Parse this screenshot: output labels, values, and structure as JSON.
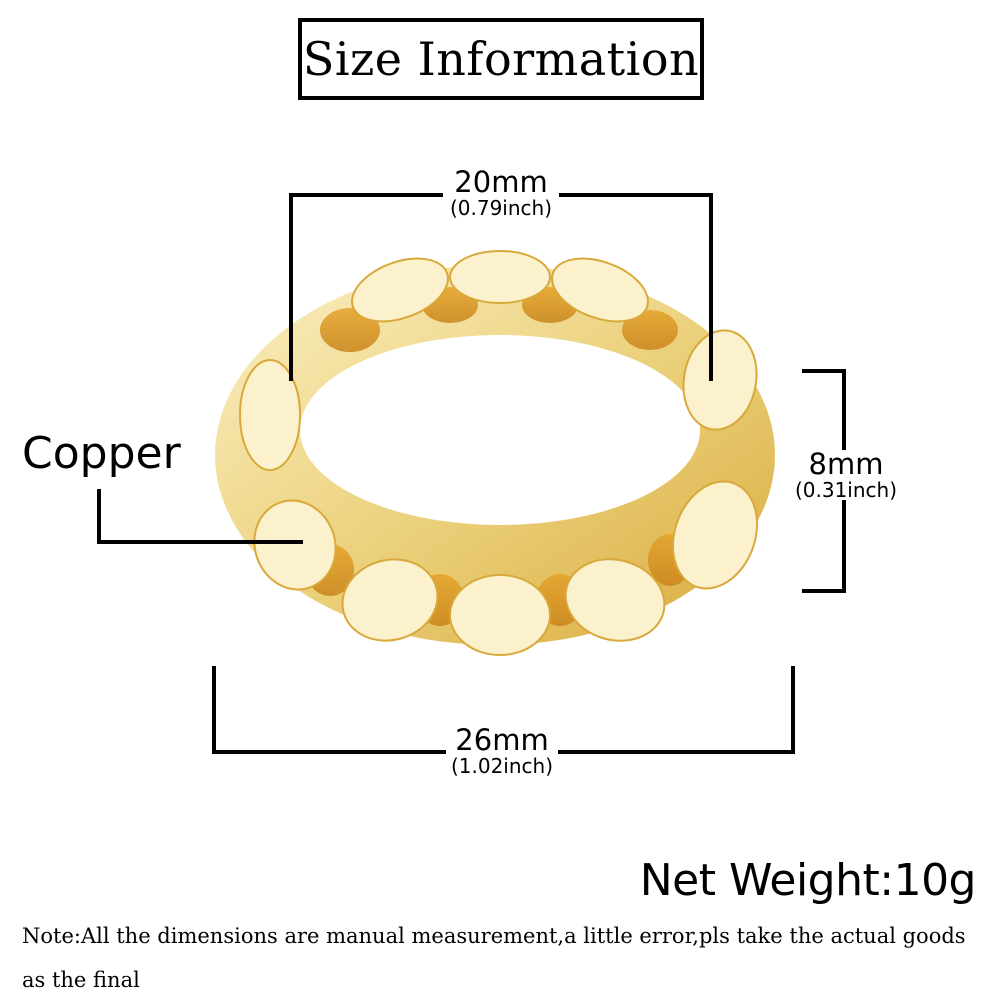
{
  "title": "Size Information",
  "product": {
    "image": "gold-cuban-link-chain-ring",
    "colors": {
      "gold_light": "#f7e6a8",
      "gold_mid": "#e8c35a",
      "gold_deep": "#d9961a",
      "line": "#000000",
      "background": "#ffffff"
    }
  },
  "dimensions": {
    "top_width": {
      "mm": "20mm",
      "inch": "(0.79inch)"
    },
    "height": {
      "mm": "8mm",
      "inch": "(0.31inch)"
    },
    "bottom_width": {
      "mm": "26mm",
      "inch": "(1.02inch)"
    }
  },
  "material_label": "Copper",
  "net_weight": "Net Weight:10g",
  "note": "Note:All the dimensions are manual measurement,a little error,pls take the actual goods as the final"
}
